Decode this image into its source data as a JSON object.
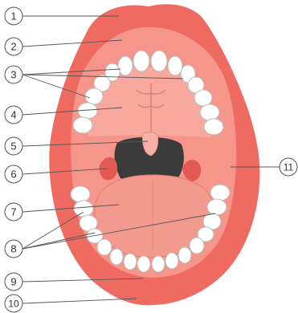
{
  "labels": {
    "l1": "1",
    "l2": "2",
    "l3": "3",
    "l4": "4",
    "l5": "5",
    "l6": "6",
    "l7": "7",
    "l8": "8",
    "l9": "9",
    "l10": "10",
    "l11": "11"
  },
  "colors": {
    "lip": "#ef6b62",
    "lip_dark": "#e35a52",
    "mouth_inner": "#f6958a",
    "palate": "#f8a89c",
    "throat": "#3b3b3b",
    "tongue": "#f29a8e",
    "tooth": "#ffffff",
    "tooth_outline": "#bdbdbd",
    "leader": "#555555"
  }
}
